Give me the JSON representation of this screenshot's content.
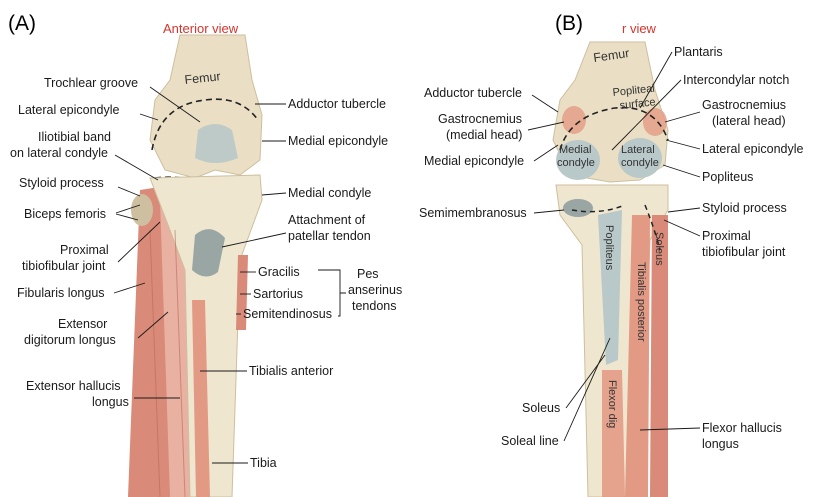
{
  "panels": [
    {
      "id": "A",
      "label": "(A)",
      "view": "Anterior view"
    },
    {
      "id": "B",
      "label": "(B)",
      "view": "r view"
    }
  ],
  "labels_a": {
    "trochlear_groove": "Trochlear groove",
    "lateral_epicondyle": "Lateral epicondyle",
    "iliotibial_band_1": "Iliotibial band",
    "iliotibial_band_2": "on lateral condyle",
    "styloid_process": "Styloid process",
    "biceps_femoris": "Biceps femoris",
    "proximal_tibiofibular_1": "Proximal",
    "proximal_tibiofibular_2": "tibiofibular joint",
    "fibularis_longus": "Fibularis longus",
    "extensor_digitorum_1": "Extensor",
    "extensor_digitorum_2": "digitorum longus",
    "extensor_hallucis_1": "Extensor hallucis",
    "extensor_hallucis_2": "longus",
    "adductor_tubercle": "Adductor tubercle",
    "medial_epicondyle": "Medial epicondyle",
    "medial_condyle": "Medial condyle",
    "attachment_1": "Attachment of",
    "attachment_2": "patellar tendon",
    "gracilis": "Gracilis",
    "sartorius": "Sartorius",
    "semitendinosus": "Semitendinosus",
    "pes_1": "Pes",
    "pes_2": "anserinus",
    "pes_3": "tendons",
    "tibialis_anterior": "Tibialis anterior",
    "tibia": "Tibia",
    "femur_on_bone": "Femur"
  },
  "labels_b": {
    "adductor_tubercle": "Adductor tubercle",
    "gastrocnemius_medial_1": "Gastrocnemius",
    "gastrocnemius_medial_2": "(medial head)",
    "medial_epicondyle": "Medial epicondyle",
    "semimembranosus": "Semimembranosus",
    "soleus_left": "Soleus",
    "soleal_line": "Soleal line",
    "plantaris": "Plantaris",
    "intercondylar_notch": "Intercondylar notch",
    "gastrocnemius_lateral_1": "Gastrocnemius",
    "gastrocnemius_lateral_2": "(lateral head)",
    "lateral_epicondyle": "Lateral epicondyle",
    "popliteus": "Popliteus",
    "styloid_process": "Styloid process",
    "proximal_tibiofibular_1": "Proximal",
    "proximal_tibiofibular_2": "tibiofibular joint",
    "flexor_hallucis_1": "Flexor hallucis",
    "flexor_hallucis_2": "longus",
    "femur_on_bone": "Femur",
    "popliteal_1": "Popliteal",
    "popliteal_2": "surface",
    "medial_condyle_1": "Medial",
    "medial_condyle_2": "condyle",
    "lateral_condyle_1": "Lateral",
    "lateral_condyle_2": "condyle",
    "popliteus_vertical": "Popliteus",
    "tibialis_posterior_vertical": "Tibialis posterior",
    "soleus_vertical": "Soleus",
    "flexor_dig_vertical": "Flexor dig"
  },
  "colors": {
    "bone": "#eadfc4",
    "bone_shadow": "#cdbf9f",
    "cartilage": "#b9c8c9",
    "muscle": "#d98a78",
    "muscle_light": "#e9b1a1",
    "view_red": "#d6342c"
  }
}
